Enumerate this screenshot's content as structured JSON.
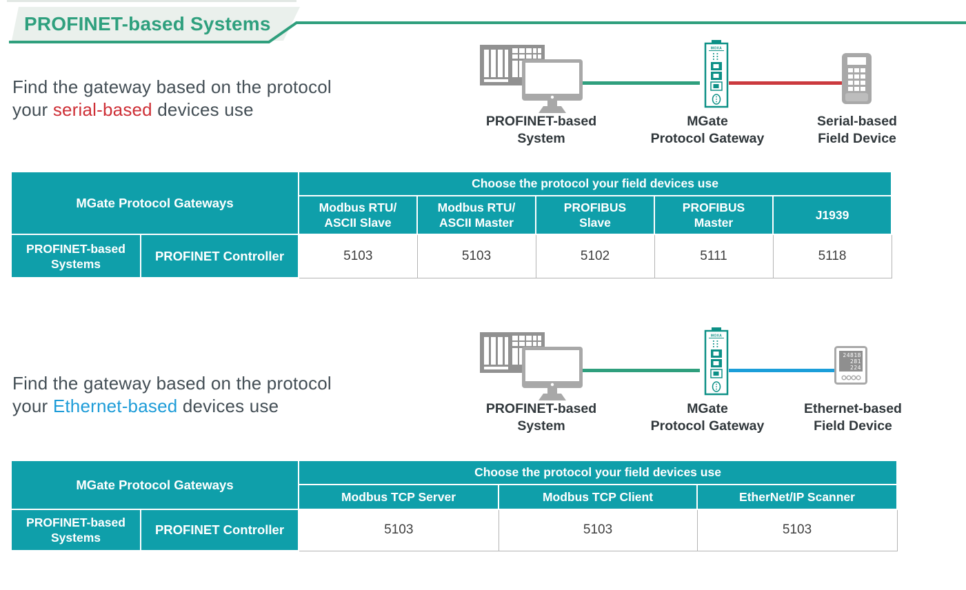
{
  "colors": {
    "teal": "#0f9faa",
    "title_green": "#2fa07e",
    "line_green": "#2f9f7d",
    "line_red": "#cb3a3e",
    "line_blue": "#1b9ed9",
    "highlight_red": "#ce2f36",
    "highlight_blue": "#1d9cd8"
  },
  "header": {
    "title": "PROFINET-based Systems"
  },
  "serial_section": {
    "intro": {
      "line1": "Find the gateway based on the protocol",
      "line2_pre": "your ",
      "highlight": "serial-based",
      "line2_post": " devices use"
    },
    "diagram": {
      "system_label": "PROFINET-based\nSystem",
      "gateway_label": "MGate\nProtocol Gateway",
      "device_label": "Serial-based\nField Device",
      "moxa_label": "MOXA"
    },
    "table": {
      "corner": "MGate Protocol Gateways",
      "choose": "Choose the protocol your field devices use",
      "protocols": [
        "Modbus RTU/\nASCII Slave",
        "Modbus RTU/\nASCII Master",
        "PROFIBUS\nSlave",
        "PROFIBUS\nMaster",
        "J1939"
      ],
      "row_group": "PROFINET-based\nSystems",
      "row_label": "PROFINET Controller",
      "values": [
        "5103",
        "5103",
        "5102",
        "5111",
        "5118"
      ]
    }
  },
  "ethernet_section": {
    "intro": {
      "line1": "Find the gateway based on the protocol",
      "line2_pre": "your ",
      "highlight": "Ethernet-based",
      "line2_post": " devices use"
    },
    "diagram": {
      "system_label": "PROFINET-based\nSystem",
      "gateway_label": "MGate\nProtocol Gateway",
      "device_label": "Ethernet-based\nField Device",
      "moxa_label": "MOXA",
      "meter_display": [
        "24818",
        "281",
        "224"
      ]
    },
    "table": {
      "corner": "MGate Protocol Gateways",
      "choose": "Choose the protocol your field devices use",
      "protocols": [
        "Modbus TCP Server",
        "Modbus TCP Client",
        "EtherNet/IP Scanner"
      ],
      "row_group": "PROFINET-based\nSystems",
      "row_label": "PROFINET Controller",
      "values": [
        "5103",
        "5103",
        "5103"
      ]
    }
  }
}
